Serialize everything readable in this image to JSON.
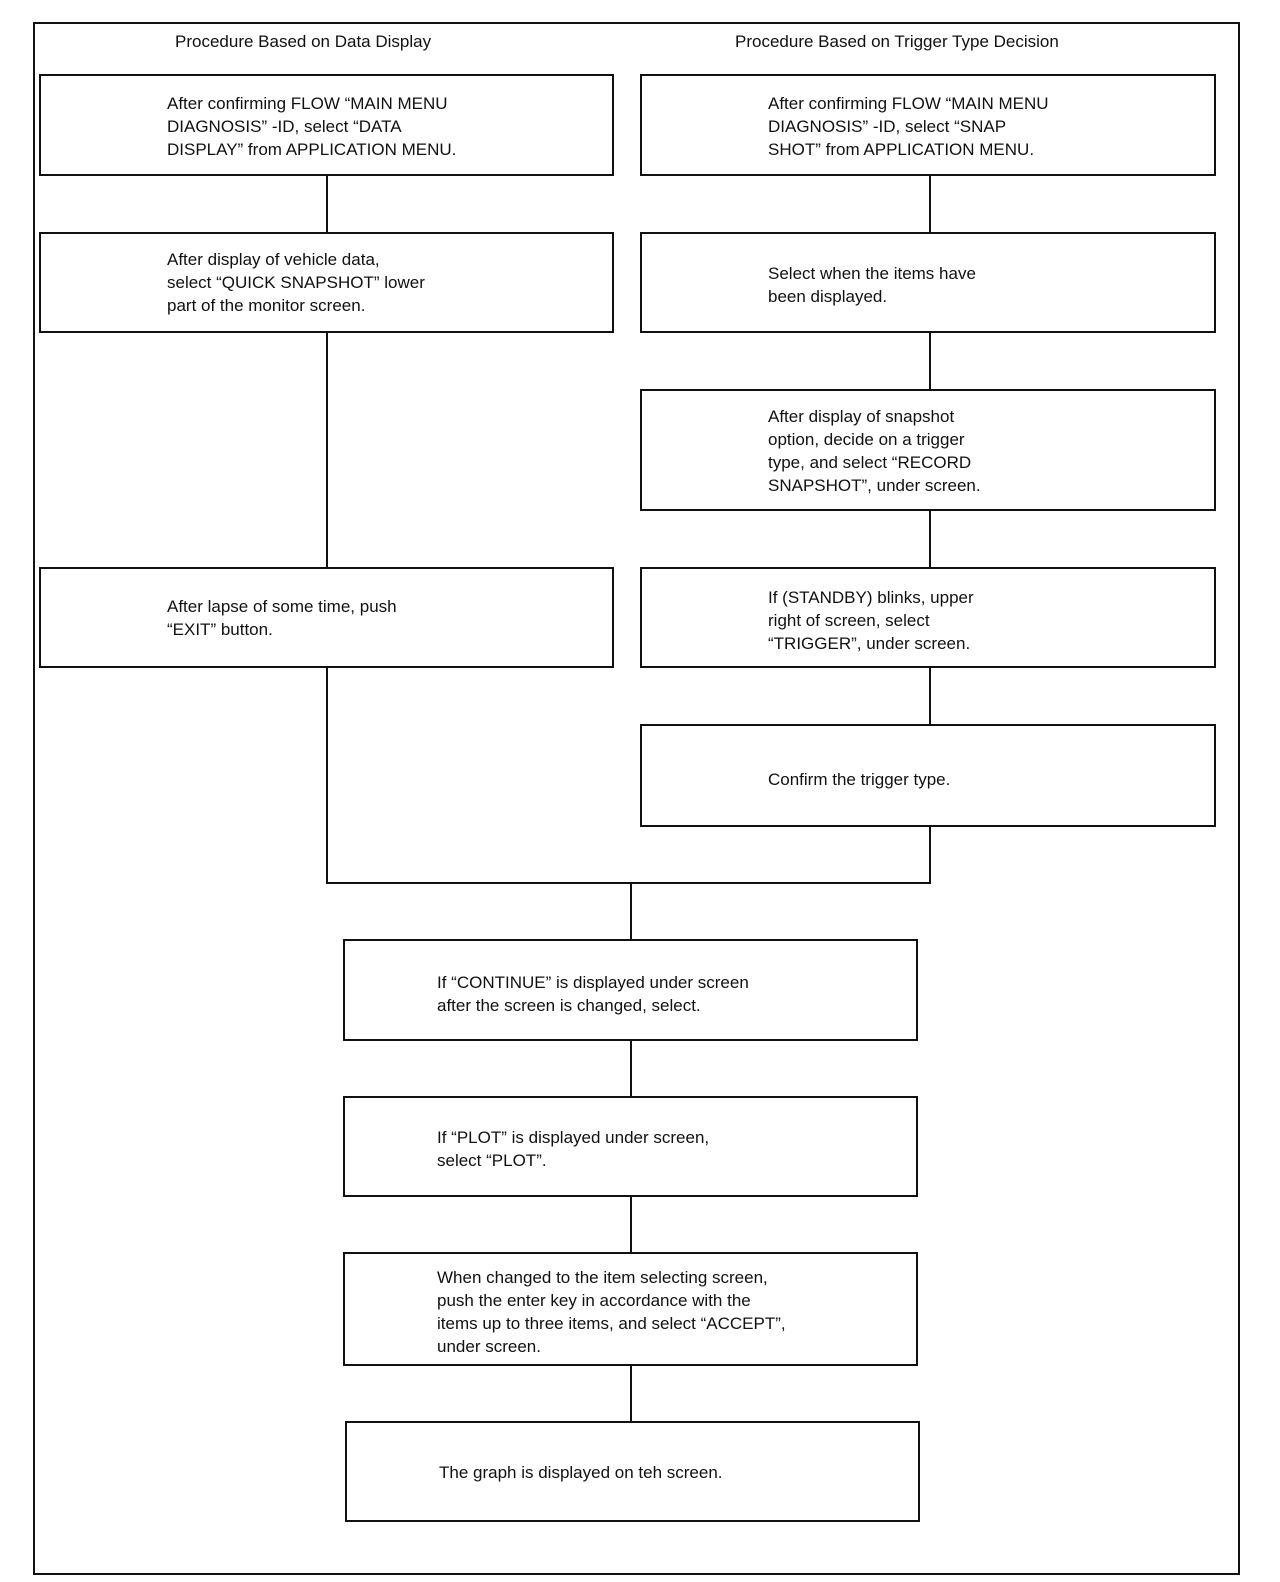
{
  "headings": {
    "left": "Procedure Based on Data Display",
    "right": "Procedure Based on Trigger Type Decision"
  },
  "steps": {
    "left_1": "After confirming FLOW “MAIN MENU\nDIAGNOSIS” -ID, select “DATA\nDISPLAY” from APPLICATION MENU.",
    "left_2": "After display of vehicle data,\nselect “QUICK SNAPSHOT” lower\npart of the monitor screen.",
    "left_3": "After lapse of some time, push\n“EXIT” button.",
    "right_1": "After confirming FLOW “MAIN MENU\nDIAGNOSIS” -ID, select “SNAP\nSHOT” from APPLICATION MENU.",
    "right_2": "Select when the items have\nbeen displayed.",
    "right_3": "After display of snapshot\noption, decide on a trigger\ntype, and select “RECORD\nSNAPSHOT”, under screen.",
    "right_4": "If (STANDBY) blinks, upper\nright of screen, select\n“TRIGGER”, under screen.",
    "right_5": "Confirm the trigger type.",
    "common_1": "If “CONTINUE” is displayed under screen\nafter the screen is changed, select.",
    "common_2": "If “PLOT” is displayed under screen,\nselect “PLOT”.",
    "common_3": "When changed to the item selecting screen,\npush the enter key in accordance with the\nitems up to three items, and select “ACCEPT”,\nunder screen.",
    "common_4": "The graph is displayed on teh screen."
  }
}
